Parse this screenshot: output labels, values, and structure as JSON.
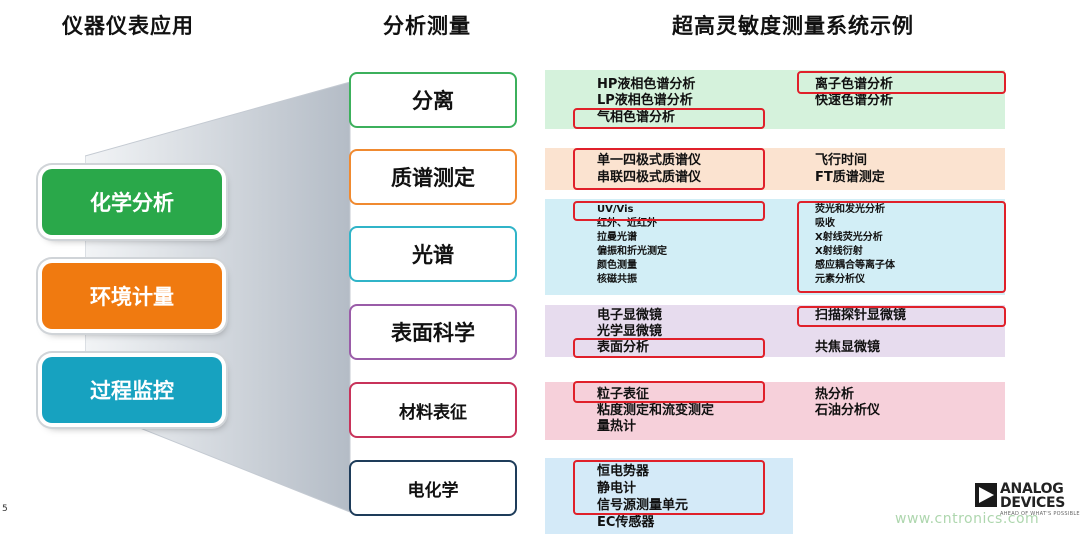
{
  "headers": {
    "applications": "仪器仪表应用",
    "analysis": "分析测量",
    "examples": "超高灵敏度测量系统示例"
  },
  "categories": [
    {
      "label": "化学分析",
      "color": "#2aa84a"
    },
    {
      "label": "环境计量",
      "color": "#f07a10"
    },
    {
      "label": "过程监控",
      "color": "#17a2c0"
    }
  ],
  "measurements": [
    {
      "label": "分离",
      "border": "#3cb05c",
      "band": "#d5f2dc",
      "left": [
        "HP液相色谱分析",
        "LP液相色谱分析",
        "气相色谱分析"
      ],
      "right": [
        "离子色谱分析",
        "快速色谱分析"
      ]
    },
    {
      "label": "质谱测定",
      "border": "#f08a30",
      "band": "#fbe3d0",
      "left": [
        "单一四极式质谱仪",
        "串联四极式质谱仪"
      ],
      "right": [
        "飞行时间",
        "FT质谱测定"
      ]
    },
    {
      "label": "光谱",
      "border": "#30b4c8",
      "band": "#d2eef6",
      "left": [
        "UV/Vis",
        "红外、近红外",
        "拉曼光谱",
        "偏振和折光测定",
        "颜色测量",
        "核磁共振"
      ],
      "right": [
        "荧光和发光分析",
        "吸收",
        "X射线荧光分析",
        "X射线衍射",
        "感应耦合等离子体",
        "元素分析仪"
      ]
    },
    {
      "label": "表面科学",
      "border": "#9a5ca8",
      "band": "#e7dcee",
      "left": [
        "电子显微镜",
        "光学显微镜",
        "表面分析"
      ],
      "right": [
        "扫描探针显微镜",
        "共焦显微镜"
      ]
    },
    {
      "label": "材料表征",
      "border": "#c8335a",
      "band": "#f6d0da",
      "left": [
        "粒子表征",
        "粘度测定和流变测定",
        "量热计"
      ],
      "right": [
        "热分析",
        "石油分析仪"
      ]
    },
    {
      "label": "电化学",
      "border": "#1e3c5a",
      "band": "#d4eaf8",
      "left": [
        "恒电势器",
        "静电计",
        "信号源测量单元",
        "EC传感器"
      ],
      "right": []
    }
  ],
  "footer": {
    "page_number": "5",
    "logo_line1": "ANALOG",
    "logo_line2": "DEVICES",
    "logo_tagline": "AHEAD OF WHAT'S POSSIBLE",
    "watermark": "www.cntronics.com"
  }
}
